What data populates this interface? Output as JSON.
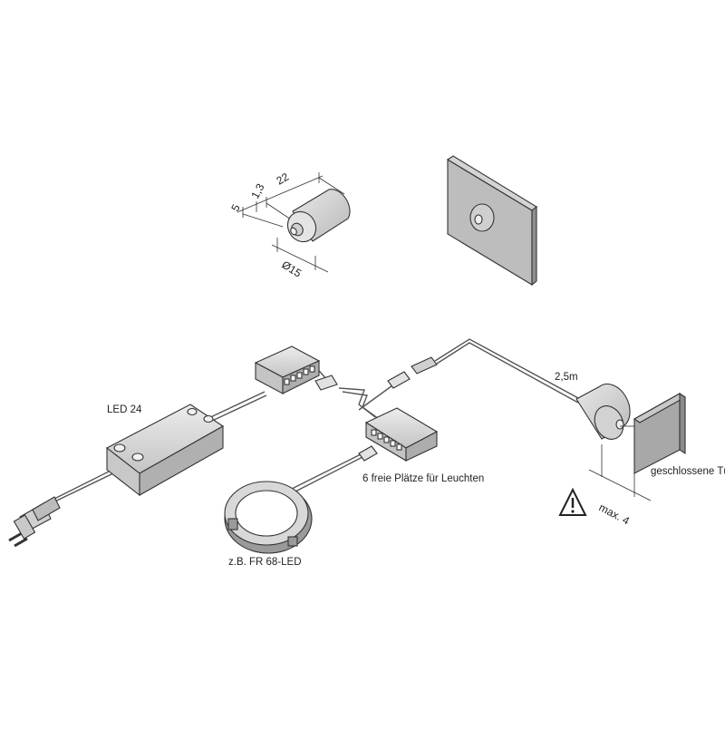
{
  "dimensions": {
    "d5": "5",
    "d13": "1,3",
    "d22": "22",
    "dia": "Ø15"
  },
  "labels": {
    "led": "LED 24",
    "cable_length": "2,5m",
    "free_slots": "6 freie Plätze für Leuchten",
    "example": "z.B. FR 68-LED",
    "door": "geschlossene Tür",
    "max": "max. 4"
  },
  "colors": {
    "device_fill": "#d9d9d9",
    "panel_fill": "#a8a8a8",
    "outline": "#333333"
  },
  "icons": [
    "warning-triangle-icon"
  ]
}
